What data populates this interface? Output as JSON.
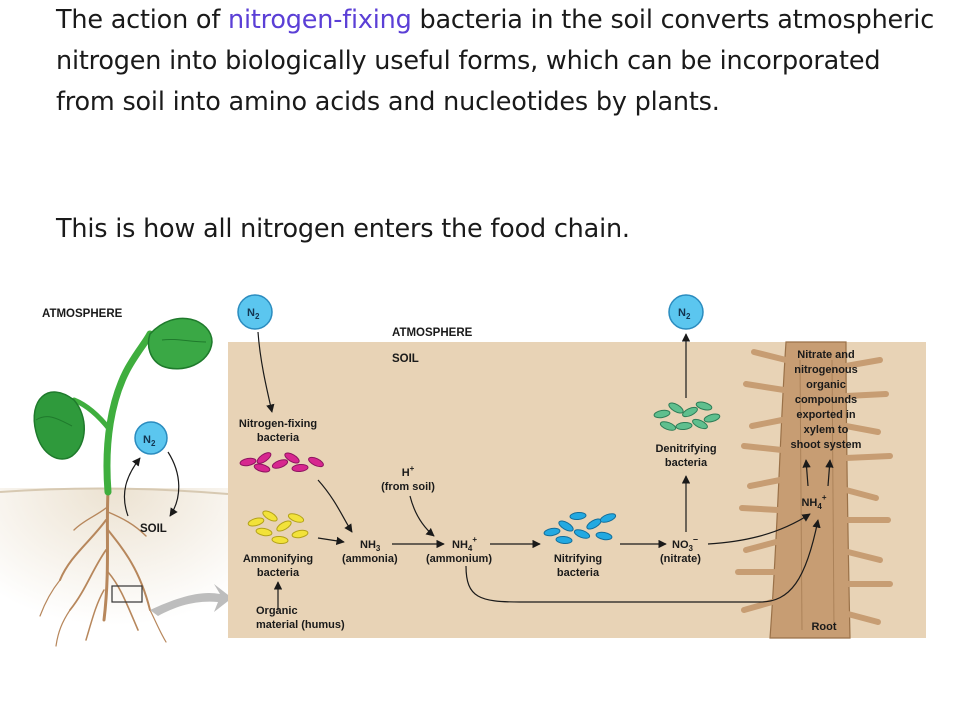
{
  "text": {
    "p1_before": "The action of ",
    "p1_link": "nitrogen-fixing",
    "p1_after": " bacteria in the soil converts atmospheric nitrogen into biologically useful forms, which can be incorporated from soil into amino acids and nucleotides by plants.",
    "p2": "This is how all nitrogen enters the food chain."
  },
  "diagram": {
    "left_panel": {
      "atmosphere": "ATMOSPHERE",
      "soil": "SOIL",
      "n2": "N",
      "n2_sub": "2"
    },
    "main_panel": {
      "atmosphere": "ATMOSPHERE",
      "soil": "SOIL",
      "n2_top_left": "N",
      "n2_top_right": "N",
      "n2_sub": "2",
      "nitrogen_fixing_line1": "Nitrogen-fixing",
      "nitrogen_fixing_line2": "bacteria",
      "h_plus": "H",
      "h_plus_sup": "+",
      "from_soil": "(from soil)",
      "ammonifying_line1": "Ammonifying",
      "ammonifying_line2": "bacteria",
      "nh3": "NH",
      "nh3_sub": "3",
      "ammonia": "(ammonia)",
      "nh4": "NH",
      "nh4_sub": "4",
      "nh4_sup": "+",
      "ammonium": "(ammonium)",
      "nitrifying_line1": "Nitrifying",
      "nitrifying_line2": "bacteria",
      "no3": "NO",
      "no3_sub": "3",
      "no3_sup": "–",
      "nitrate": "(nitrate)",
      "denitrifying_line1": "Denitrifying",
      "denitrifying_line2": "bacteria",
      "organic_line1": "Organic",
      "organic_line2": "material (humus)",
      "root_nh4": "NH",
      "root_nh4_sub": "4",
      "root_nh4_sup": "+",
      "root": "Root",
      "exported_line1": "Nitrate and",
      "exported_line2": "nitrogenous",
      "exported_line3": "organic",
      "exported_line4": "compounds",
      "exported_line5": "exported in",
      "exported_line6": "xylem to",
      "exported_line7": "shoot system"
    },
    "colors": {
      "soil": "#e8d3b6",
      "n2_circle": "#5bc6ef",
      "nitrogen_fixing_bacteria": "#d7278f",
      "ammonifying_bacteria": "#f2e23a",
      "nitrifying_bacteria": "#23a9e1",
      "denitrifying_bacteria": "#5fbf8e",
      "root": "#c79d73",
      "leaf": "#2f9a3c",
      "link": "#5b3fd6"
    }
  }
}
